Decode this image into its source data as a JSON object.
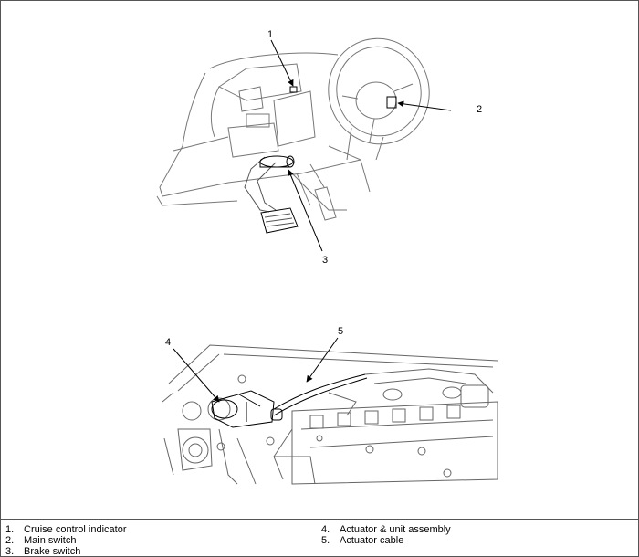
{
  "callouts": {
    "c1": "1",
    "c2": "2",
    "c3": "3",
    "c4": "4",
    "c5": "5"
  },
  "legend": [
    {
      "num": "1.",
      "label": "Cruise control indicator"
    },
    {
      "num": "2.",
      "label": "Main switch"
    },
    {
      "num": "3.",
      "label": "Brake switch"
    },
    {
      "num": "4.",
      "label": "Actuator & unit assembly"
    },
    {
      "num": "5.",
      "label": "Actuator cable"
    }
  ],
  "colors": {
    "line": "#000000",
    "sketch": "#777777",
    "frame": "#555555"
  }
}
